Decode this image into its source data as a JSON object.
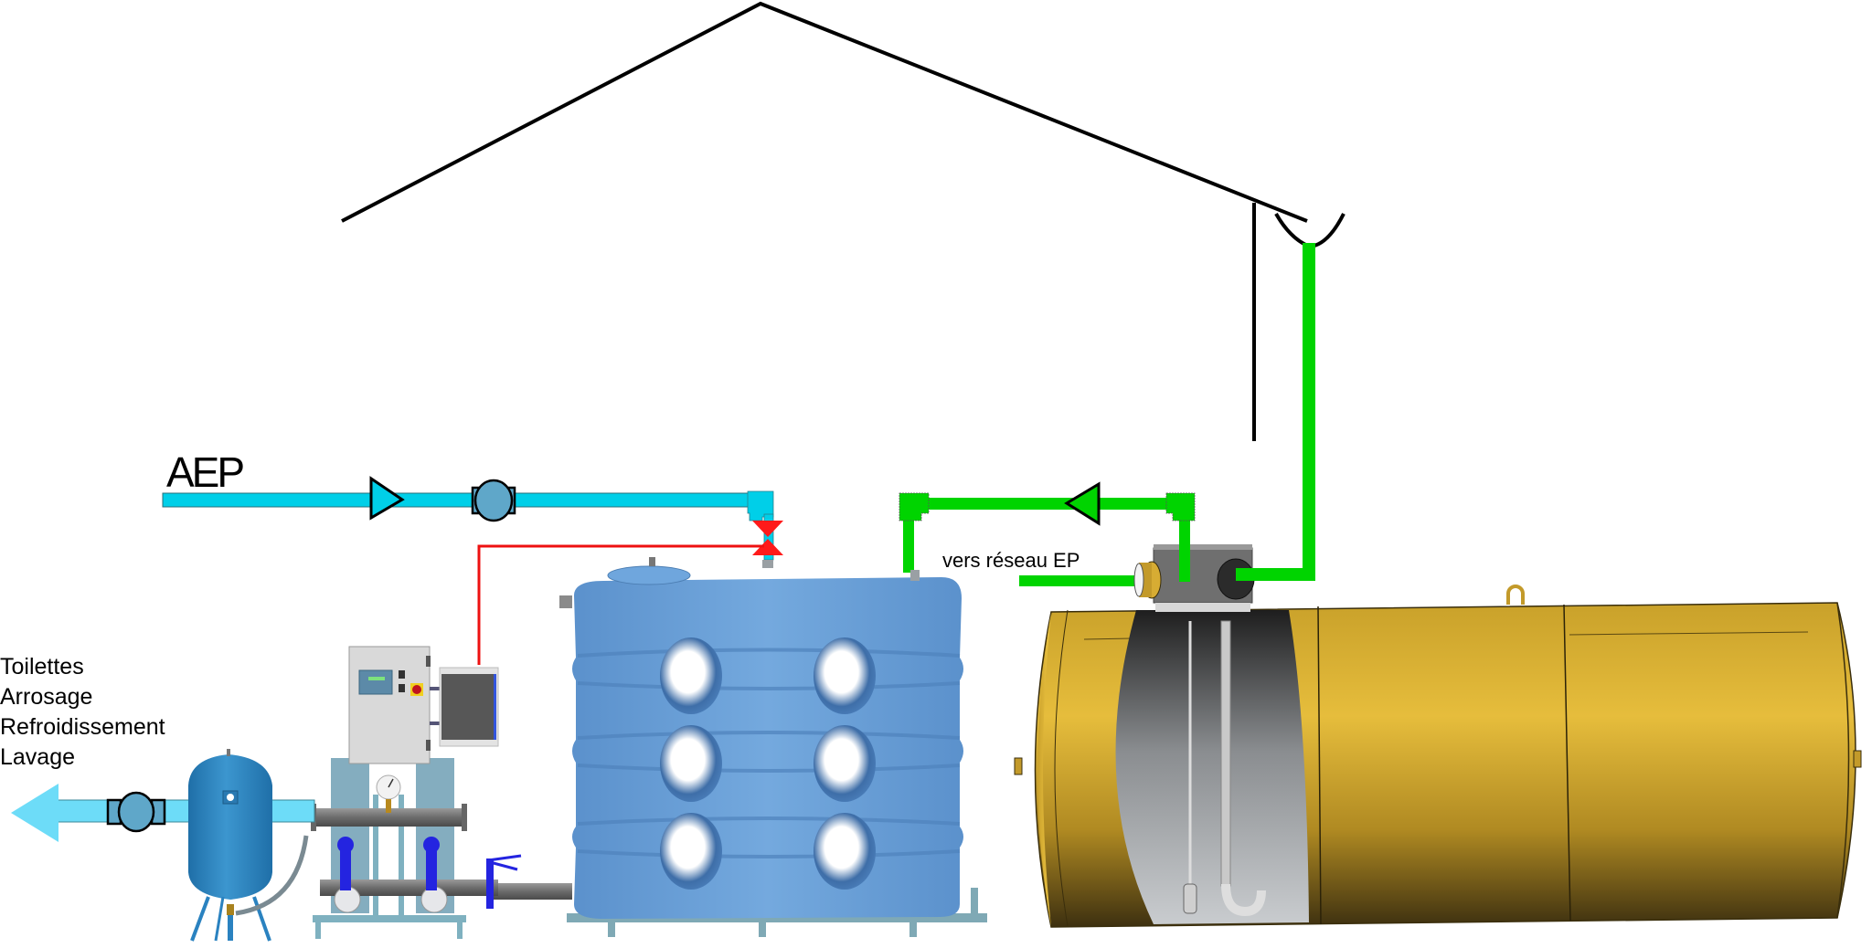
{
  "title": "Schéma récupération des eaux pluviales",
  "labels": {
    "aep": "AEP",
    "ep_network": "vers réseau EP",
    "usages": [
      "Toilettes",
      "Arrosage",
      "Refroidissement",
      "Lavage"
    ]
  },
  "components": {
    "building_roof": "roof",
    "building_wall": "wall",
    "gutter": "gutter",
    "downpipe": "rainwater-downpipe",
    "underground_tank": "buried-storage-tank",
    "filter_box": "filter-box",
    "buffer_tank": "above-ground-buffer-tank",
    "booster_set": "pressure-booster-pump-set",
    "control_panel": "control-cabinet",
    "level_display": "level-display",
    "expansion_vessel": "expansion-vessel",
    "water_meter_supply": "water-meter",
    "water_meter_outlet": "water-meter",
    "solenoid_valve": "makeup-solenoid-valve"
  },
  "colors": {
    "potable_water": "#00cfe8",
    "rainwater": "#00d400",
    "control_line": "#ee1111",
    "outlet_arrow": "#6ddcf8",
    "buffer_tank": "#6fa3d9",
    "underground_tank": "#d7ac33",
    "valve_red": "#ff1a1a",
    "meter": "#5fa7c9",
    "line": "#000000"
  }
}
